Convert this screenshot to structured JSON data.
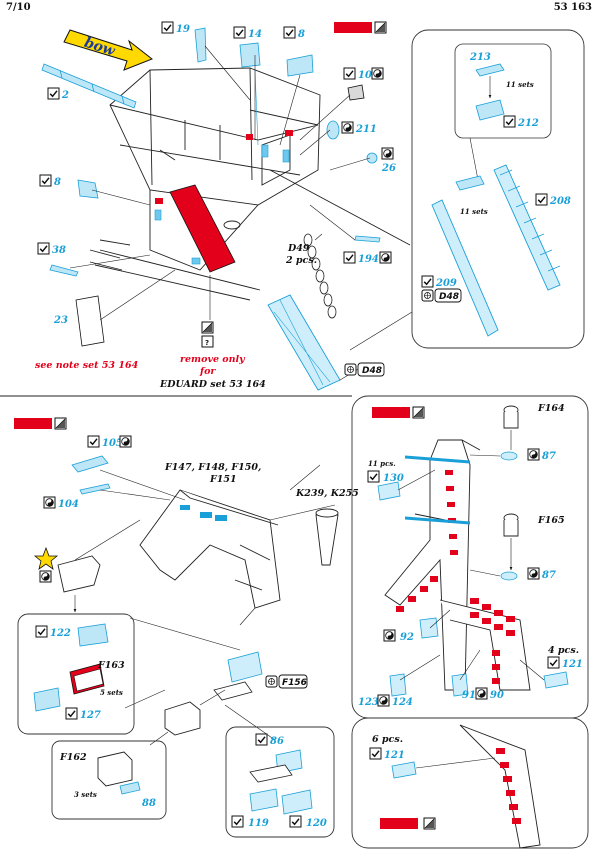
{
  "header": {
    "page": "7/10",
    "set_code": "53 163"
  },
  "colors": {
    "part_blue": "#1aa0d8",
    "highlight_red": "#e3001b",
    "arrow_yellow": "#ffd900",
    "bow_text": "#1a3a9a"
  },
  "icons": {
    "bend": "check-square-icon",
    "fold_half": "yinyang-icon",
    "paint": "diagonal-brush-icon",
    "star": "star-icon",
    "detail": "detail-callout-icon"
  },
  "top_panel": {
    "bow_label": "bow",
    "parts": [
      "19",
      "14",
      "8",
      "2",
      "10",
      "211",
      "26",
      "8",
      "38",
      "194",
      "23"
    ],
    "ladder": {
      "label": "D49",
      "count": "2 pcs."
    },
    "note_left": "see note set 53 164",
    "note_remove": [
      "remove only",
      "for"
    ],
    "note_eduard": "EDUARD set 53 164",
    "question_mark": "?",
    "d48_bottom": "D48"
  },
  "inset_ladder": {
    "parts": [
      "213",
      "212",
      "208",
      "209"
    ],
    "sets_a": "11 sets",
    "sets_b": "11 sets",
    "d48": "D48"
  },
  "mid_left": {
    "parts": [
      "105",
      "104"
    ],
    "plastic_refs": [
      "F147, F148, F150,",
      "F151"
    ],
    "refs_right": "K239, K255"
  },
  "inset_f163": {
    "parts": [
      "122",
      "127"
    ],
    "ref": "F163",
    "sets": "5 sets"
  },
  "f156": {
    "ref": "F156"
  },
  "inset_f162": {
    "ref": "F162",
    "sets": "3 sets",
    "part": "88"
  },
  "inset_86": {
    "parts": [
      "86",
      "119",
      "120"
    ]
  },
  "right_panel": {
    "refs": [
      "F164",
      "F165"
    ],
    "parts": [
      "87",
      "87",
      "130",
      "92",
      "121",
      "123",
      "124",
      "91",
      "90"
    ],
    "sets_130": "11 pcs.",
    "count_121": "4 pcs."
  },
  "bottom_right": {
    "count": "6 pcs.",
    "part": "121"
  }
}
